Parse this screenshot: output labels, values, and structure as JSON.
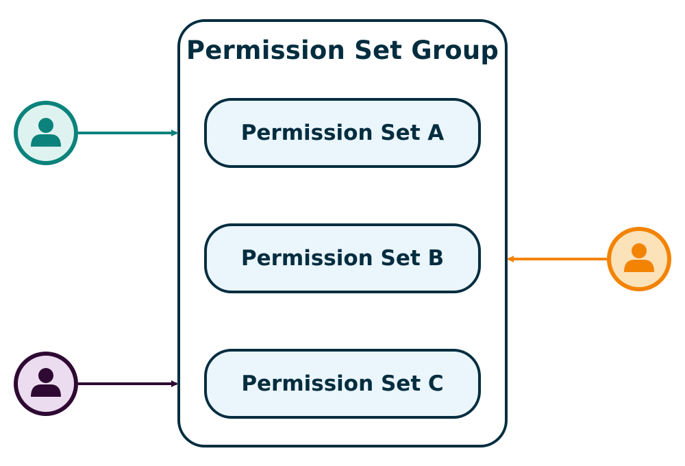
{
  "group": {
    "title": "Permission Set Group",
    "border_color": "#032d3f"
  },
  "permission_sets": [
    {
      "label": "Permission Set A",
      "fill": "#eaf5fc"
    },
    {
      "label": "Permission Set B",
      "fill": "#eaf5fc"
    },
    {
      "label": "Permission Set C",
      "fill": "#eaf5fc"
    }
  ],
  "users": [
    {
      "icon": "person-icon",
      "color": "#0b827c",
      "fill": "#def3ef",
      "assigned_to": "Permission Set Group"
    },
    {
      "icon": "person-icon",
      "color": "#f38303",
      "fill": "#fbe2b9",
      "assigned_to": "Permission Set Group"
    },
    {
      "icon": "person-icon",
      "color": "#2e0a33",
      "fill": "#ecdcf0",
      "assigned_to": "Permission Set Group"
    }
  ]
}
